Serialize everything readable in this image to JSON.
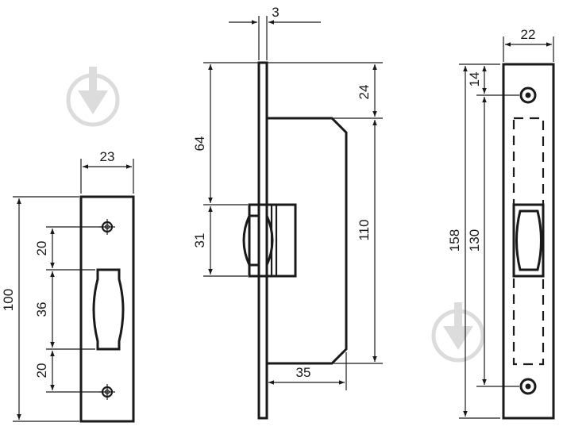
{
  "dimensions": {
    "strike_plate_short": {
      "width": "23",
      "height": "100",
      "top_screw_to_slot": "20",
      "slot_height": "36",
      "slot_to_bottom_screw": "20"
    },
    "lock_body_side": {
      "faceplate_thickness": "3",
      "top_to_latch": "64",
      "latch_height": "31",
      "top_to_case": "24",
      "case_height": "110",
      "case_depth": "35"
    },
    "faceplate_front": {
      "width": "22",
      "top_to_screw": "14",
      "total_height": "158",
      "screw_spacing": "130"
    }
  },
  "icons": {
    "watermark_1": "watermark-logo-icon",
    "watermark_2": "watermark-logo-icon"
  }
}
